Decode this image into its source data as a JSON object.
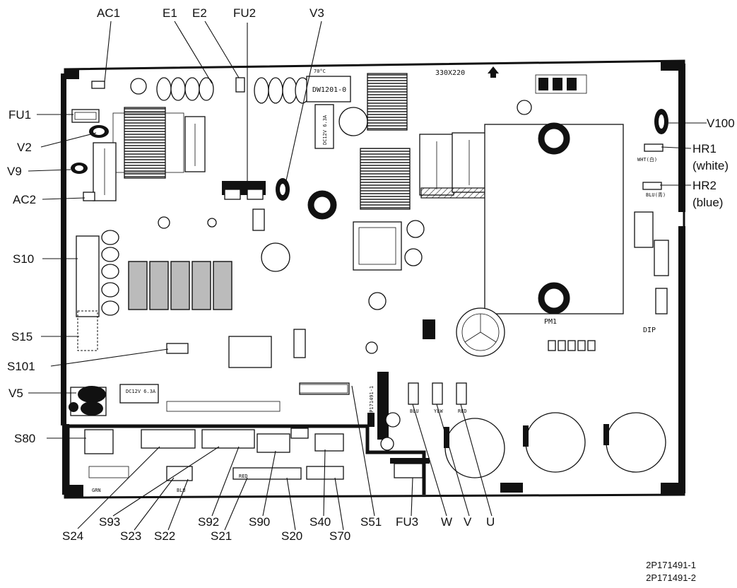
{
  "callouts": {
    "ac1": "AC1",
    "e1": "E1",
    "e2": "E2",
    "fu2": "FU2",
    "v3": "V3",
    "fu1": "FU1",
    "v2": "V2",
    "v9": "V9",
    "ac2": "AC2",
    "s10": "S10",
    "s15": "S15",
    "s101": "S101",
    "v5": "V5",
    "s80": "S80",
    "v100": "V100",
    "hr1": "HR1",
    "hr1_color": "(white)",
    "hr2": "HR2",
    "hr2_color": "(blue)",
    "s24": "S24",
    "s93": "S93",
    "s23": "S23",
    "s22": "S22",
    "s92": "S92",
    "s21": "S21",
    "s90": "S90",
    "s20": "S20",
    "s40": "S40",
    "s70": "S70",
    "s51": "S51",
    "fu3": "FU3",
    "w": "W",
    "v": "V",
    "u": "U"
  },
  "board_print": {
    "temp_rating": "70°C",
    "board_size": "330X220",
    "chip_label": "DW1201-0",
    "fuse_rating": "DC12V 6.3A",
    "pm1": "PM1",
    "dip": "DIP",
    "board_code": "2P171491-1",
    "wht": "WHT(白)",
    "blu": "BLU(青)",
    "grn": "GRN",
    "red": "RED",
    "yel": "YLW",
    "bl": "BLU"
  },
  "drawing_numbers": [
    "2P171491-1",
    "2P171491-2"
  ]
}
